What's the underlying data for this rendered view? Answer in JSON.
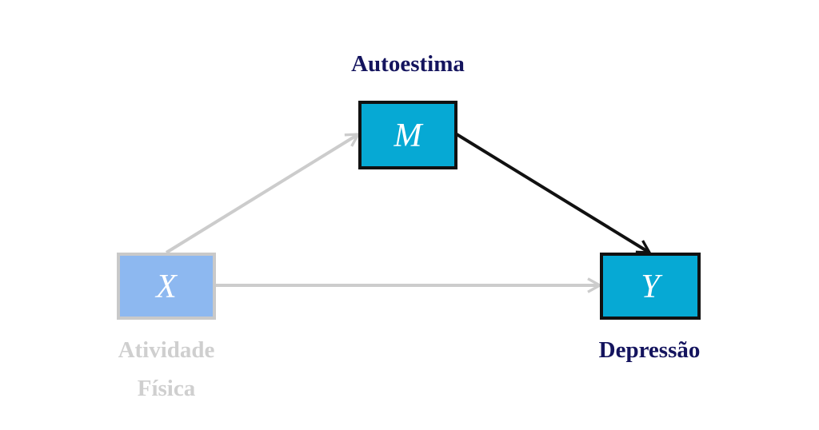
{
  "diagram": {
    "nodes": {
      "x": {
        "letter": "X",
        "label_line1": "Atividade",
        "label_line2": "Física"
      },
      "m": {
        "letter": "M",
        "label": "Autoestima"
      },
      "y": {
        "letter": "Y",
        "label": "Depressão"
      }
    },
    "edges": [
      {
        "from": "X",
        "to": "M",
        "emphasis": "faded"
      },
      {
        "from": "M",
        "to": "Y",
        "emphasis": "highlighted"
      },
      {
        "from": "X",
        "to": "Y",
        "emphasis": "faded"
      }
    ]
  },
  "colors": {
    "box_active": "#06a9d4",
    "box_active_border": "#111111",
    "box_inactive": "#8db8f0",
    "box_inactive_border": "#c9c9c9",
    "label_active": "#14145e",
    "label_inactive": "#cfcfcf",
    "arrow_active": "#111111",
    "arrow_inactive": "#cccccc"
  }
}
